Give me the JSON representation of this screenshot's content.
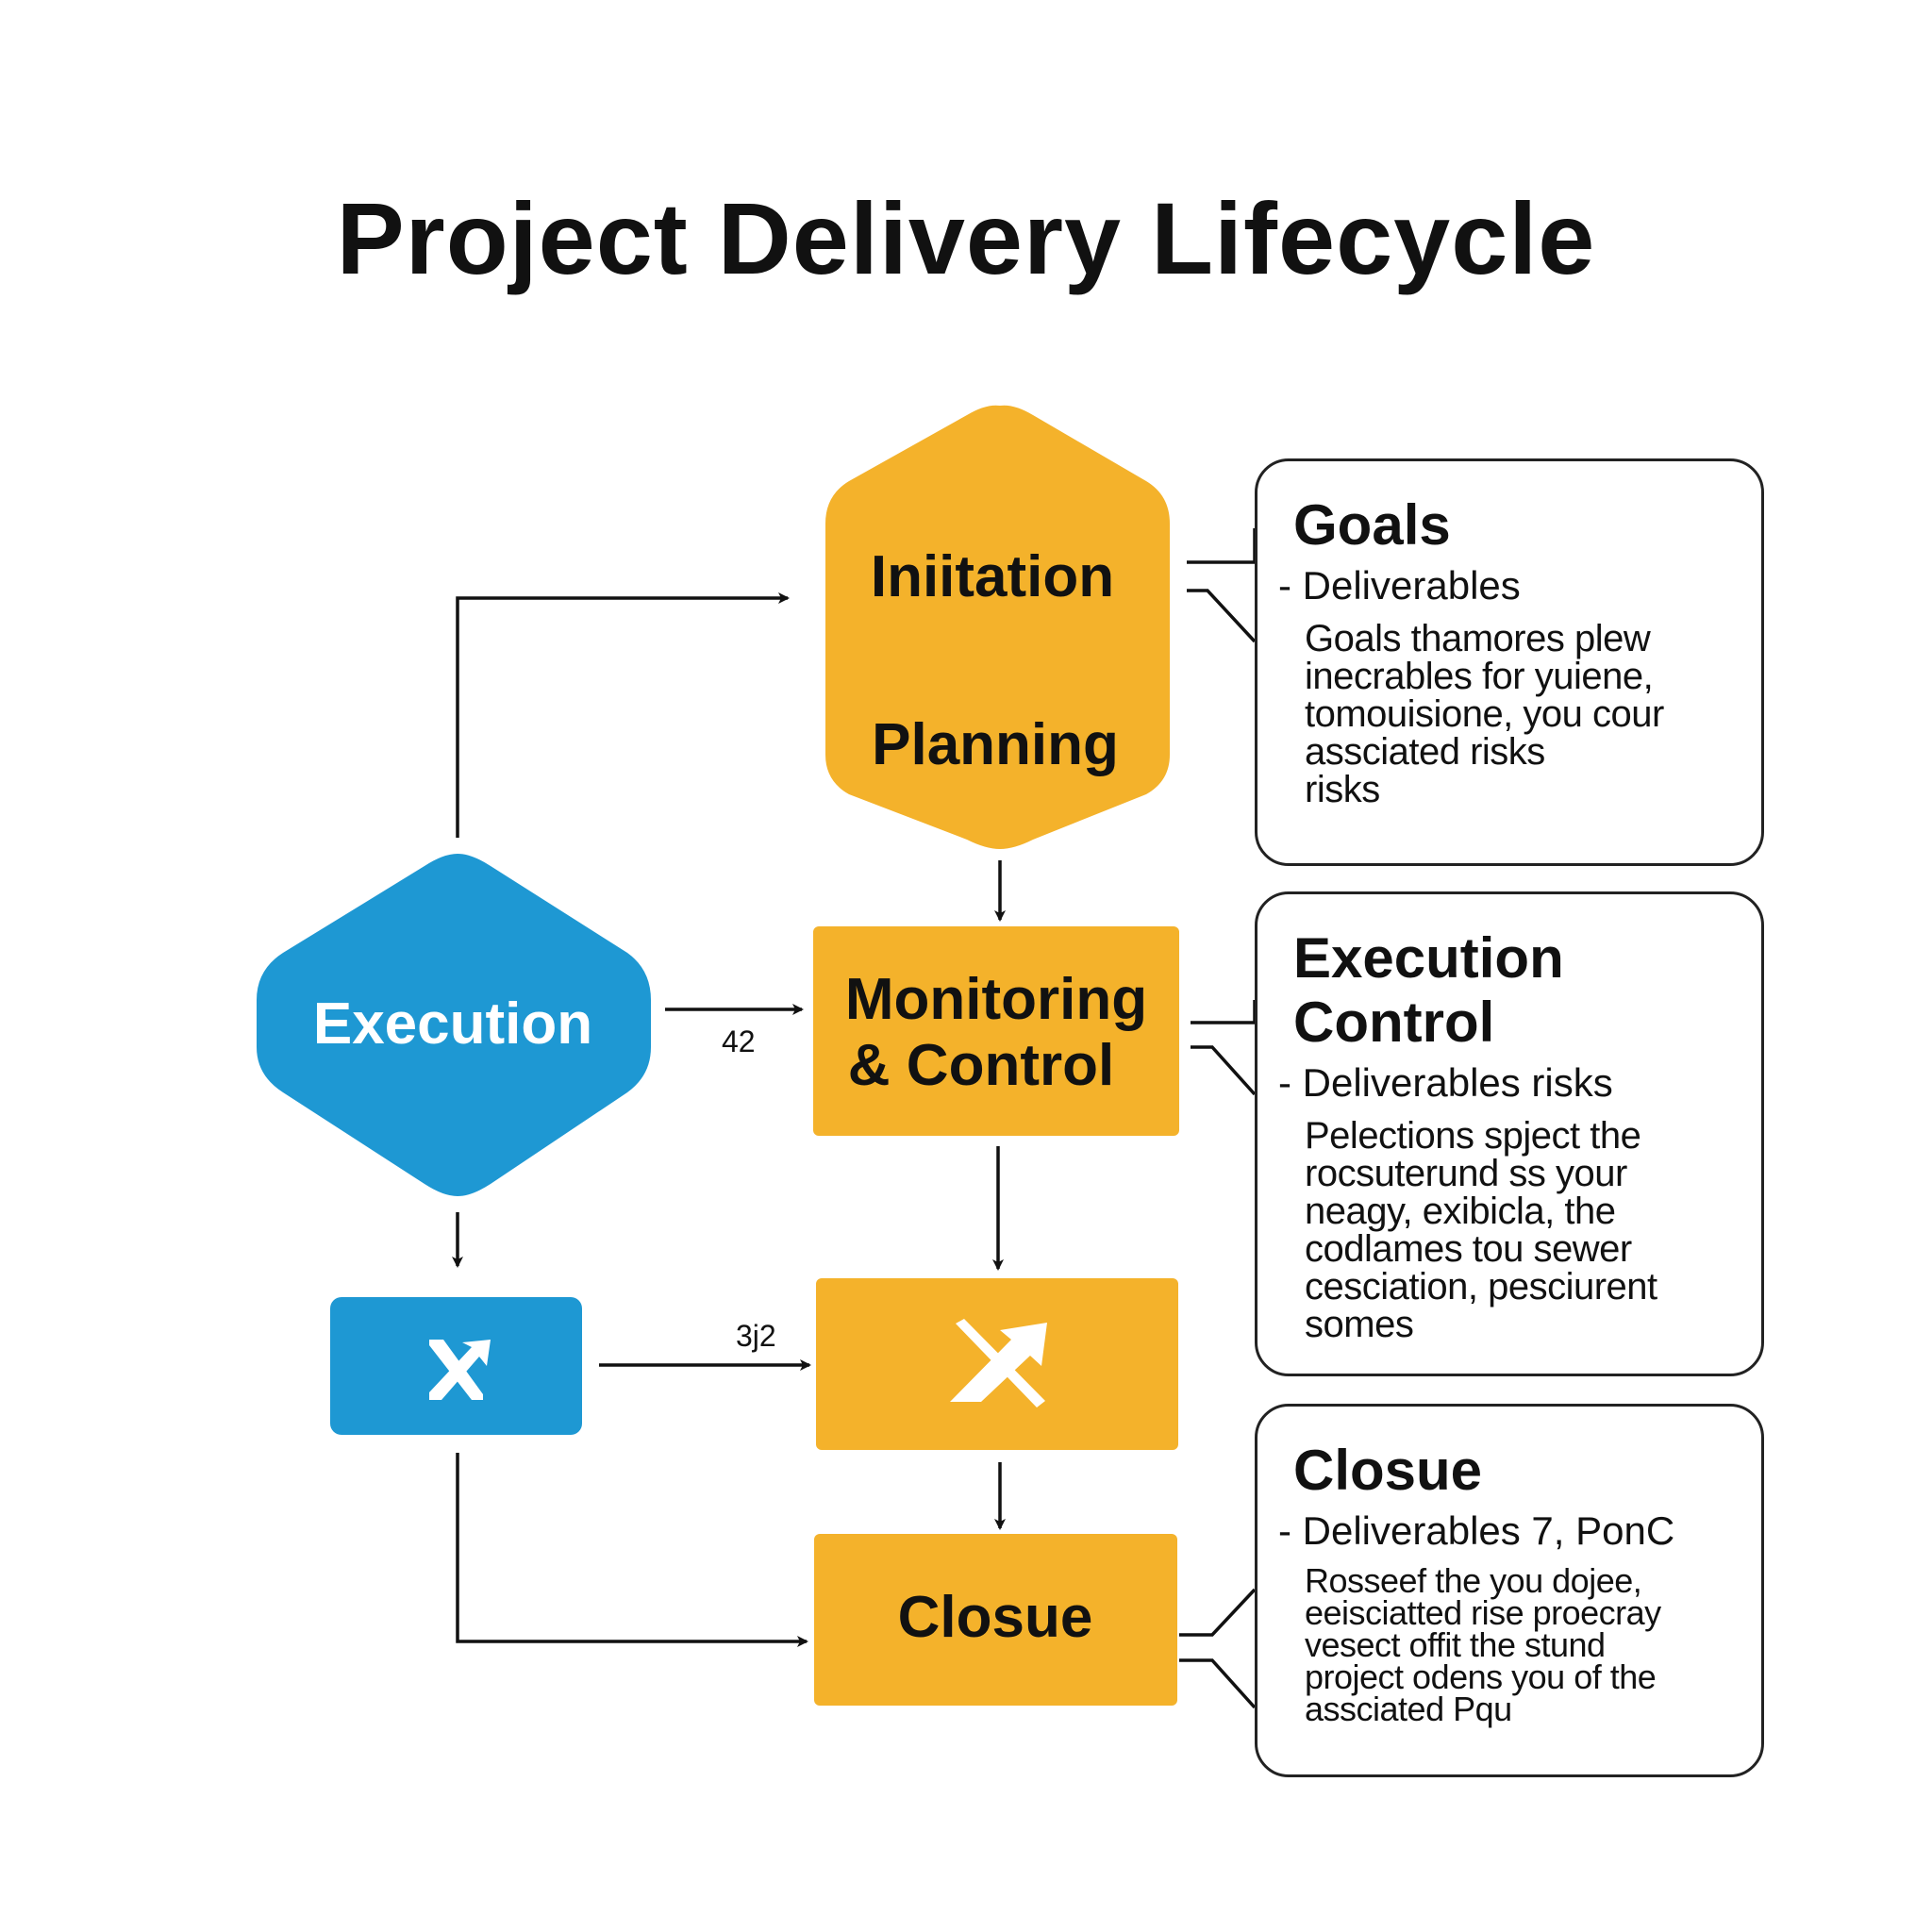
{
  "title": "Project Delivery Lifecycle",
  "colors": {
    "amber": "#F4B22B",
    "blue": "#1E98D3",
    "text": "#111111",
    "white": "#FFFFFF",
    "line": "#111111"
  },
  "nodes": {
    "initiation_planning": {
      "line1": "Iniitation",
      "line2": "Planning"
    },
    "execution": {
      "label": "Execution"
    },
    "monitoring_control": {
      "line1": "Monitoring",
      "line2": "& Control"
    },
    "blue_action": {
      "icon": "shuffle-arrow-icon"
    },
    "amber_action": {
      "icon": "shuffle-arrow-icon"
    },
    "closure": {
      "label": "Closue"
    }
  },
  "edge_labels": {
    "execution_to_monitoring": "42",
    "blue_to_amber": "3j2"
  },
  "boxes": [
    {
      "heading": "Goals",
      "subheading": "- Deliverables",
      "body": [
        "Goals thamores plew",
        "inecrables for yuiene,",
        "tomouisione, you cour",
        "assciated risks",
        "risks"
      ]
    },
    {
      "heading": "Execution Control",
      "subheading": "- Deliverables risks",
      "body": [
        "Pelections spject the",
        "rocsuterund ss your",
        "neagy, exibicla, the",
        "codlames tou sewer",
        "cesciation, pesciurent",
        "somes"
      ]
    },
    {
      "heading": "Closue",
      "subheading": "- Deliverables 7, PonC",
      "body": [
        "Rosseef the you dojee,",
        "eeisciatted rise proecray",
        "vesect offit the stund",
        "project odens you of the",
        "assciated Pqu"
      ]
    }
  ]
}
